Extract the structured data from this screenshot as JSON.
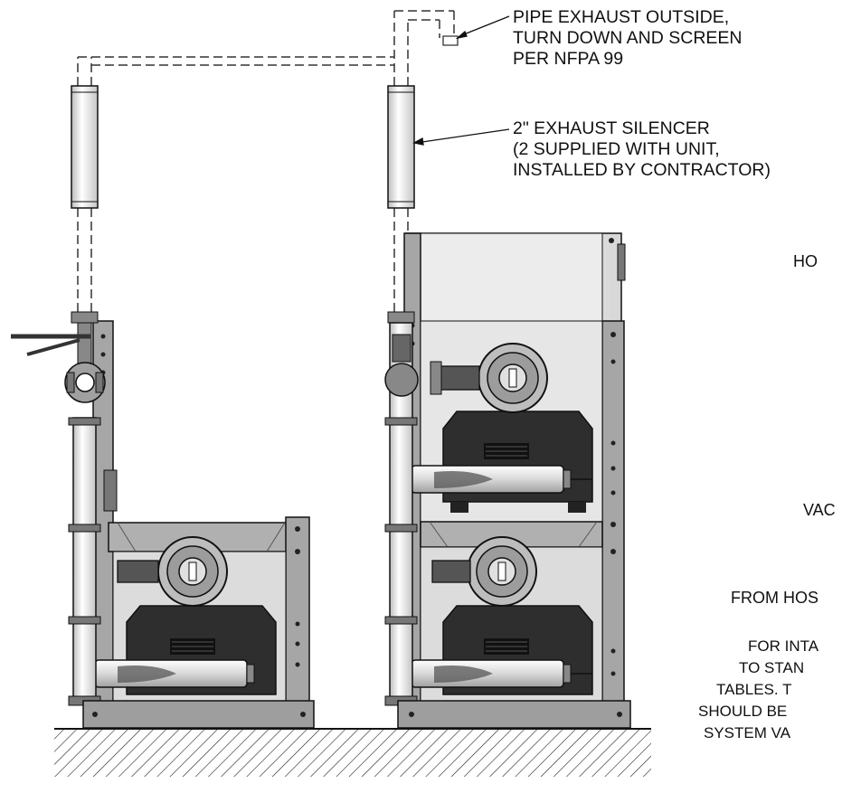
{
  "callouts": {
    "exhaust_outside": {
      "line1": "PIPE EXHAUST OUTSIDE,",
      "line2": "TURN DOWN AND SCREEN",
      "line3": "PER NFPA 99"
    },
    "silencer": {
      "line1": "2\" EXHAUST SILENCER",
      "line2": "(2 SUPPLIED WITH UNIT,",
      "line3": "INSTALLED BY CONTRACTOR)"
    }
  },
  "cut_off_labels": {
    "ho": "HO",
    "vac": "VAC",
    "from_hos": "FROM HOS"
  },
  "note": {
    "line1": "FOR INTA",
    "line2": "TO STAN",
    "line3": "TABLES. T",
    "line4": "SHOULD BE",
    "line5": "SYSTEM VA"
  },
  "colors": {
    "frame": "#a6a6a6",
    "pump_body": "#2e2e2e",
    "outline": "#111111",
    "panel": "#e6e6e6"
  }
}
